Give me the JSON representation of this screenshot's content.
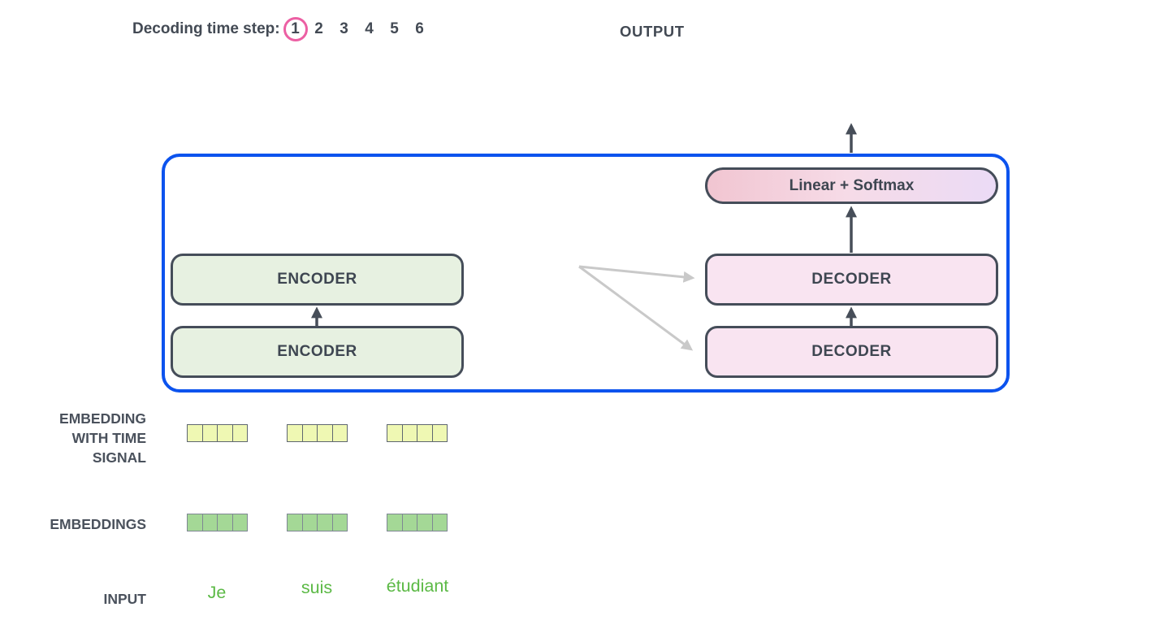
{
  "header": {
    "decoding_label": "Decoding time step:",
    "time_steps": [
      "1",
      "2",
      "3",
      "4",
      "5",
      "6"
    ],
    "selected_step": "1",
    "output_label": "OUTPUT"
  },
  "model": {
    "encoder_top": "ENCODER",
    "encoder_bottom": "ENCODER",
    "decoder_top": "DECODER",
    "decoder_bottom": "DECODER",
    "linear_softmax": "Linear + Softmax"
  },
  "rows": {
    "embedding_time_lines": [
      "EMBEDDING",
      "WITH TIME",
      "SIGNAL"
    ],
    "embeddings_label": "EMBEDDINGS",
    "input_label": "INPUT",
    "input_tokens": [
      "Je",
      "suis",
      "étudiant"
    ],
    "cells_per_token": 4
  },
  "colors": {
    "frame_blue": "#0c53ee",
    "selected_step_ring": "#ec5fa3",
    "encoder_fill": "#e7f1e1",
    "decoder_fill": "#f9e4f1",
    "linear_gradient_left": "#f1c5d1",
    "linear_gradient_right": "#ebdbf6",
    "time_signal_cell": "#eff8b3",
    "embedding_cell": "#a4d896",
    "input_token_green": "#5bb945",
    "ink": "#3f4651",
    "attention_arrow_gray": "#c9c9c9"
  }
}
